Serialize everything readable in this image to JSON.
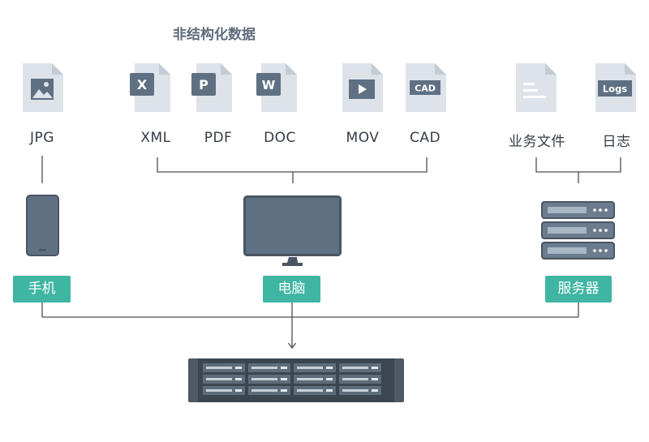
{
  "title": "非结构化数据",
  "files": {
    "jpg": {
      "label": "JPG",
      "icon": "image-file-icon"
    },
    "xml": {
      "label": "XML",
      "badge": "X",
      "icon": "xml-file-icon"
    },
    "pdf": {
      "label": "PDF",
      "badge": "P",
      "icon": "pdf-file-icon"
    },
    "doc": {
      "label": "DOC",
      "badge": "W",
      "icon": "doc-file-icon"
    },
    "mov": {
      "label": "MOV",
      "icon": "video-file-icon"
    },
    "cad": {
      "label": "CAD",
      "badge": "CAD",
      "icon": "cad-file-icon"
    },
    "biz": {
      "label": "业务文件",
      "icon": "text-file-icon"
    },
    "logs": {
      "label": "日志",
      "badge": "Logs",
      "icon": "logs-file-icon"
    }
  },
  "devices": {
    "phone": {
      "label": "手机",
      "icon": "phone-icon"
    },
    "pc": {
      "label": "电脑",
      "icon": "monitor-icon"
    },
    "server": {
      "label": "服务器",
      "icon": "server-icon"
    }
  },
  "storage": {
    "icon": "nas-storage-icon"
  },
  "colors": {
    "icon_dark": "#5f7083",
    "icon_light": "#dde3e9",
    "accent": "#3fb5a3",
    "line": "#4a4f55"
  }
}
